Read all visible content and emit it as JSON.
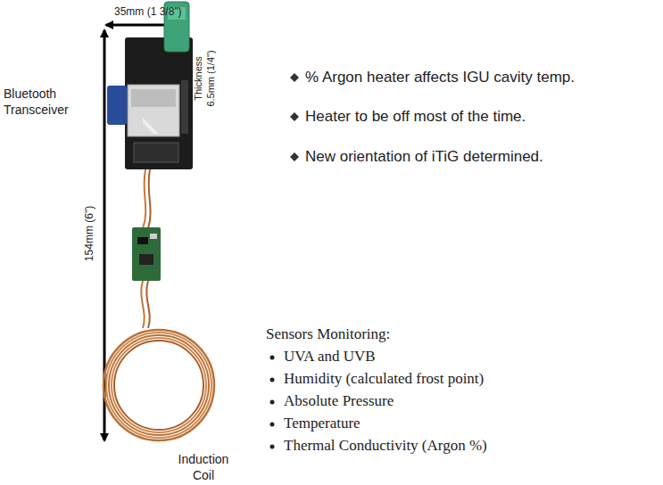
{
  "diagram": {
    "labels": [
      "35mm (1 3/8\")",
      "Bluetooth Transceiver",
      "Thickness 6.5mm (1/4\")",
      "154mm (6\")",
      "% Argon heater affects IGU cavity temp.",
      "Heater to be off most of the time.",
      "New orientation of iTiG determined.",
      "Sensors Monitoring:",
      "UVA and UVB",
      "Humidity (calculated frost point)",
      "Absolute Pressure",
      "Temperature",
      "Thermal Conductivity (Argon %)",
      "Induction Coil"
    ]
  }
}
